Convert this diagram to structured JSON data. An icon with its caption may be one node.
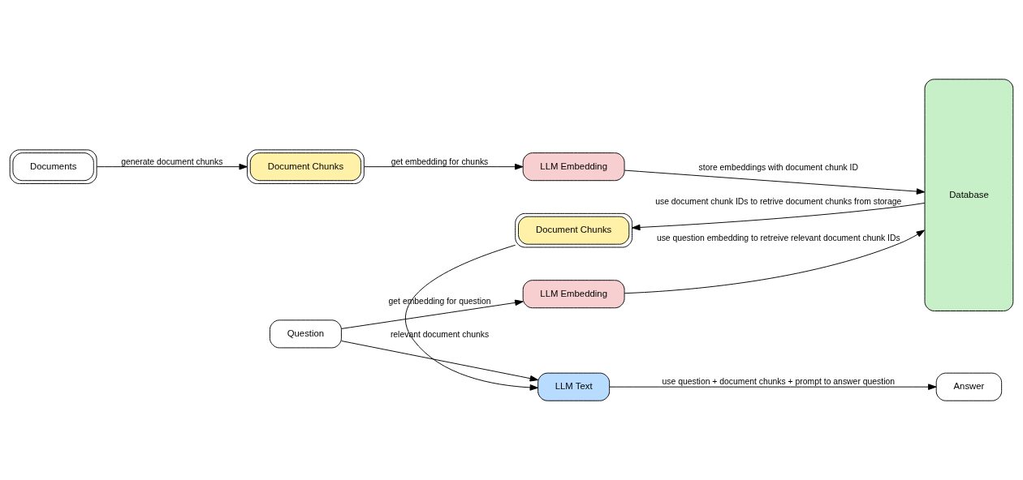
{
  "diagram": {
    "nodes": [
      {
        "text": [
          "Documents"
        ]
      },
      {
        "text": [
          "Document Chunks"
        ]
      },
      {
        "text": [
          "LLM Embedding"
        ]
      },
      {
        "text": [
          "Database"
        ]
      },
      {
        "text": [
          "Question"
        ]
      },
      {
        "text": [
          "LLM Embedding"
        ]
      },
      {
        "text": [
          "LLM Text"
        ]
      },
      {
        "text": [
          "Document Chunks"
        ]
      },
      {
        "text": [
          "Answer"
        ]
      }
    ],
    "edges": [
      {
        "from": 0,
        "to": 1,
        "arrow": "to",
        "label": "generate document chunks"
      },
      {
        "from": 1,
        "to": 2,
        "arrow": "to",
        "label": "get embedding for chunks"
      },
      {
        "from": 2,
        "to": 3,
        "arrow": "to",
        "label": "store embeddings with document chunk ID"
      },
      {
        "from": 4,
        "to": 5,
        "arrow": "to",
        "label": "get embedding for question"
      },
      {
        "from": 5,
        "to": 3,
        "arrow": "to",
        "label": "use question embedding to retreive relevant document chunk IDs"
      },
      {
        "from": 4,
        "to": 6,
        "arrow": "to"
      },
      {
        "from": 3,
        "to": 7,
        "arrow": "to",
        "label": "use document chunk IDs to retrive document chunks from storage"
      },
      {
        "from": 7,
        "to": 6,
        "arrow": "to",
        "label": "relevant document chunks"
      },
      {
        "from": 6,
        "to": 8,
        "arrow": "to",
        "label": "use question + document chunks + prompt to answer question"
      }
    ]
  }
}
